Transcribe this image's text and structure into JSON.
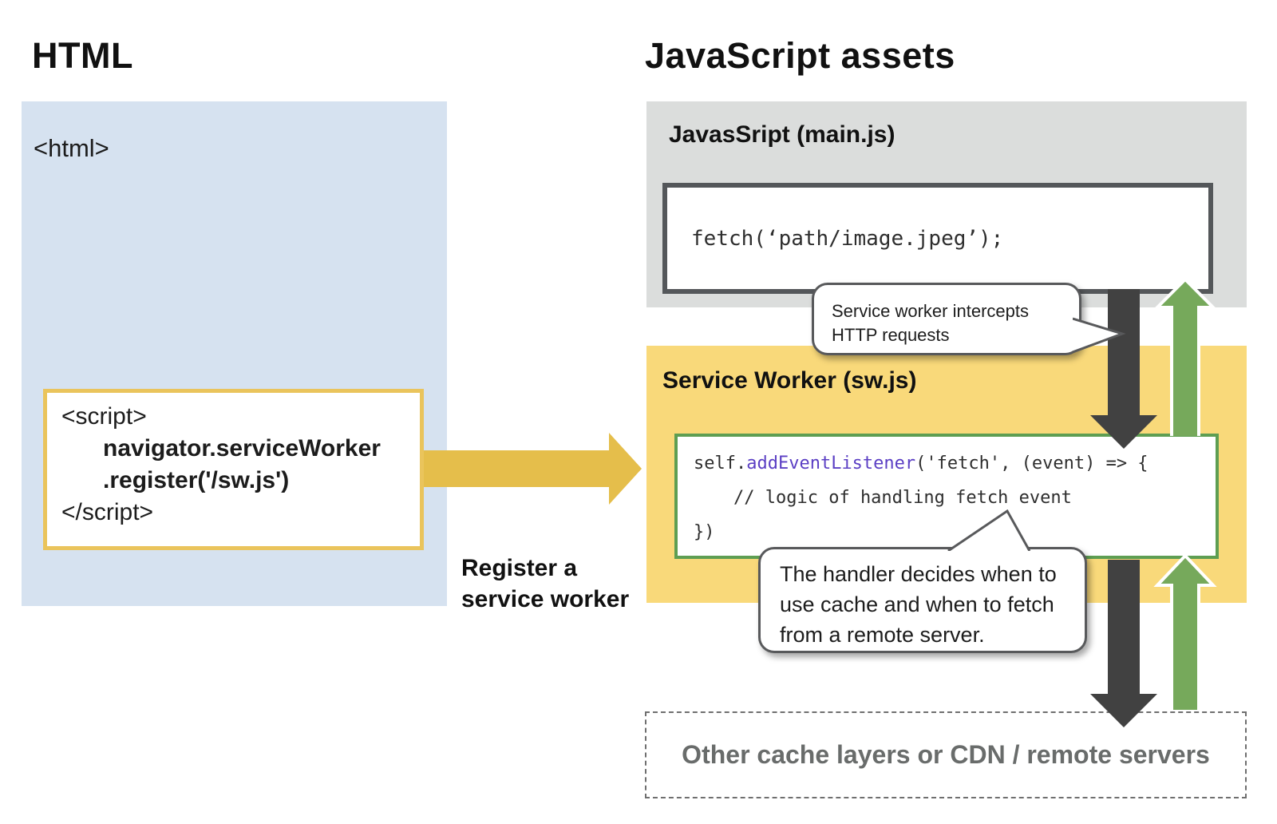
{
  "headings": {
    "html": "HTML",
    "js_assets": "JavaScript assets"
  },
  "html_panel": {
    "tag": "<html>",
    "script_box": {
      "open": "<script>",
      "code1": "navigator.serviceWorker",
      "code2": ".register('/sw.js')",
      "close": "</script>"
    }
  },
  "register_arrow": {
    "line1": "Register a",
    "line2": "service worker"
  },
  "main_js_panel": {
    "title": "JavasSript (main.js)",
    "code": "fetch(‘path/image.jpeg’);"
  },
  "sw_panel": {
    "title": "Service Worker (sw.js)",
    "code": {
      "l1_pre": "self.",
      "l1_keyword": "addEventListener",
      "l1_post": "('fetch', (event) => {",
      "l2": "// logic of handling fetch event",
      "l3": "})"
    }
  },
  "bubbles": {
    "intercept": {
      "line1": "Service worker intercepts",
      "line2": "HTTP requests"
    },
    "handler": {
      "line1": "The handler decides when to",
      "line2": "use cache and when to fetch",
      "line3": "from a remote server."
    }
  },
  "cache_layer_box": {
    "label": "Other cache layers or CDN / remote servers"
  },
  "colors": {
    "panel-blue": "#D6E2F0",
    "panel-gray": "#DBDDDC",
    "panel-yellow": "#F9D97A",
    "gold": "#E5BE4B",
    "gold-border": "#EAC45C",
    "green": "#76A95B",
    "green-border": "#5E9E52",
    "dark-arrow": "#414141",
    "box-border-gray": "#54575A",
    "bubble-border": "#58595B",
    "keyword-purple": "#5B3FC4",
    "muted-text": "#696C6B"
  }
}
